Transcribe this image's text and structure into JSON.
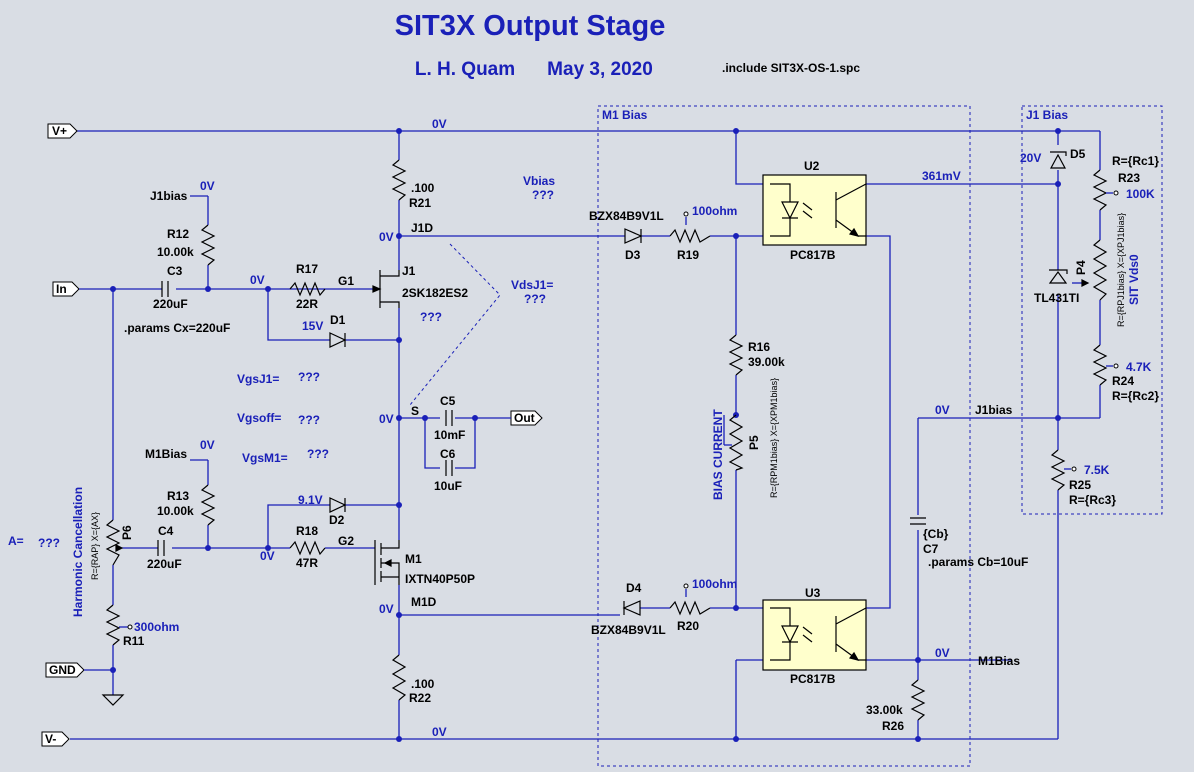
{
  "title": "SIT3X Output Stage",
  "author": "L. H. Quam",
  "date": "May 3, 2020",
  "include": ".include SIT3X-OS-1.spc",
  "ports": {
    "vplus": "V+",
    "in": "In",
    "gnd": "GND",
    "vminus": "V-",
    "out": "Out"
  },
  "regions": {
    "m1": "M1 Bias",
    "j1": "J1 Bias"
  },
  "nets": {
    "v0": "0V",
    "j1d": "J1D",
    "m1d": "M1D",
    "s": "S",
    "g1": "G1",
    "g2": "G2",
    "j1bias": "J1bias",
    "m1bias": "M1Bias",
    "m1bias_lbl": "M1Bias",
    "j1bias_net": "J1bias",
    "v361": "361mV",
    "v20": "20V",
    "v15": "15V",
    "v91": "9.1V"
  },
  "components": {
    "R21": {
      "ref": "R21",
      "value": ".100"
    },
    "R22": {
      "ref": "R22",
      "value": ".100"
    },
    "R12": {
      "ref": "R12",
      "value": "10.00k"
    },
    "R13": {
      "ref": "R13",
      "value": "10.00k"
    },
    "R17": {
      "ref": "R17",
      "value": "22R"
    },
    "R18": {
      "ref": "R18",
      "value": "47R"
    },
    "R11": {
      "ref": "R11",
      "value": "300ohm"
    },
    "R16": {
      "ref": "R16",
      "value": "39.00k"
    },
    "R19": {
      "ref": "R19",
      "value": "100ohm"
    },
    "R20": {
      "ref": "R20",
      "value": "100ohm"
    },
    "R23": {
      "ref": "R23",
      "value": "100K",
      "expr": "R={Rc1}"
    },
    "R24": {
      "ref": "R24",
      "value": "4.7K",
      "expr": "R={Rc2}"
    },
    "R25": {
      "ref": "R25",
      "value": "7.5K",
      "expr": "R={Rc3}"
    },
    "R26": {
      "ref": "R26",
      "value": "33.00k"
    },
    "C3": {
      "ref": "C3",
      "value": "220uF"
    },
    "C4": {
      "ref": "C4",
      "value": "220uF"
    },
    "C5": {
      "ref": "C5",
      "value": "10mF"
    },
    "C6": {
      "ref": "C6",
      "value": "10uF"
    },
    "C7": {
      "ref": "C7",
      "value": "{Cb}"
    },
    "D1": {
      "ref": "D1"
    },
    "D2": {
      "ref": "D2"
    },
    "D3": {
      "ref": "D3",
      "value": "BZX84B9V1L"
    },
    "D4": {
      "ref": "D4",
      "value": "BZX84B9V1L"
    },
    "D5": {
      "ref": "D5"
    },
    "J1": {
      "ref": "J1",
      "value": "2SK182ES2"
    },
    "M1": {
      "ref": "M1",
      "value": "IXTN40P50P"
    },
    "U2": {
      "ref": "U2",
      "value": "PC817B"
    },
    "U3": {
      "ref": "U3",
      "value": "PC817B"
    },
    "TL": {
      "value": "TL431TI"
    },
    "P4": {
      "ref": "P4",
      "expr": "R={RPJ1bias} X={XPJ1bias}",
      "label": "SIT Vds0"
    },
    "P5": {
      "ref": "P5",
      "expr": "R={RPM1bias} X={XPM1bias}",
      "label": "BIAS CURRENT"
    },
    "P6": {
      "ref": "P6",
      "expr": "R={RAP} X={AX}",
      "label": "Harmonic Cancellation"
    }
  },
  "directives": {
    "cx": ".params Cx=220uF",
    "cb": ".params Cb=10uF"
  },
  "measurements": {
    "vbias": "Vbias",
    "vbias_val": "???",
    "vdsj1": "VdsJ1=",
    "vdsj1_val": "???",
    "j1_val": "???",
    "vgsj1": "VgsJ1=",
    "vgsj1_val": "???",
    "vgsoff": "Vgsoff=",
    "vgsoff_val": "???",
    "vgsm1": "VgsM1=",
    "vgsm1_val": "???",
    "a": "A=",
    "a_val": "???"
  }
}
